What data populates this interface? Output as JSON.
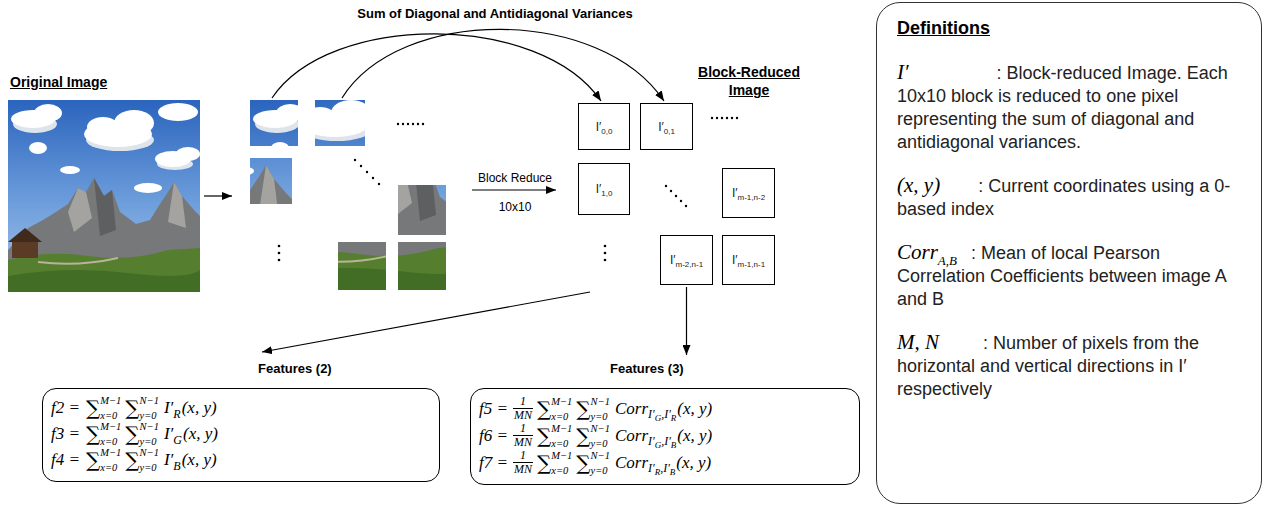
{
  "diagram": {
    "title": "Sum of Diagonal and Antidiagonal Variances",
    "nodes": [
      {
        "text": [
          "I′",
          "0,0"
        ]
      },
      {
        "text": [
          "I′",
          "0,1"
        ]
      },
      {
        "text": [
          "I′",
          "1,0"
        ]
      },
      {
        "text": [
          "I′",
          "m-1,n-2"
        ]
      },
      {
        "text": [
          "I′",
          "m-2,n-1"
        ]
      },
      {
        "text": [
          "I′",
          "m-1,n-1"
        ]
      },
      {
        "text": [
          "Features (2)",
          "f2 =",
          "∑",
          "M−1",
          "x=0",
          "∑",
          "N−1",
          "y=0",
          "I′",
          "R",
          "(x, y)",
          "f3 =",
          "∑",
          "M−1",
          "x=0",
          "∑",
          "N−1",
          "y=0",
          "I′",
          "G",
          "(x, y)",
          "f4 =",
          "∑",
          "M−1",
          "x=0",
          "∑",
          "N−1",
          "y=0",
          "I′",
          "B",
          "(x, y)"
        ]
      },
      {
        "text": [
          "Features (3)",
          "f5 =",
          "1",
          "MN",
          "∑",
          "M−1",
          "x=0",
          "∑",
          "N−1",
          "y=0",
          "Corr",
          "I′",
          "G",
          ",",
          "I′",
          "R",
          "(x, y)",
          "f6 =",
          "1",
          "MN",
          "∑",
          "M−1",
          "x=0",
          "∑",
          "N−1",
          "y=0",
          "Corr",
          "I′",
          "G",
          ",",
          "I′",
          "B",
          "(x, y)",
          "f7 =",
          "1",
          "MN",
          "∑",
          "M−1",
          "x=0",
          "∑",
          "N−1",
          "y=0",
          "Corr",
          "I′",
          "R",
          ",",
          "I′",
          "B",
          "(x, y)"
        ]
      },
      {
        "text": [
          "Definitions",
          "I′",
          ": Block-reduced Image. Each 10x10 block is reduced to one pixel representing the sum of diagonal and antidiagonal variances.",
          "(x, y)",
          ": Current coordinates using a 0-based index",
          "Corr",
          "A,B",
          ": Mean of local Pearson Correlation Coefficients between image A and B",
          "M, N",
          ": Number of pixels from the horizontal and vertical directions in I′ respectively"
        ]
      }
    ],
    "edges": [
      {
        "from": 4,
        "to": 7,
        "arrow": "to"
      }
    ],
    "labels": [
      "Original Image",
      "Block-Reduced Image",
      "Block Reduce",
      "10x10"
    ]
  }
}
